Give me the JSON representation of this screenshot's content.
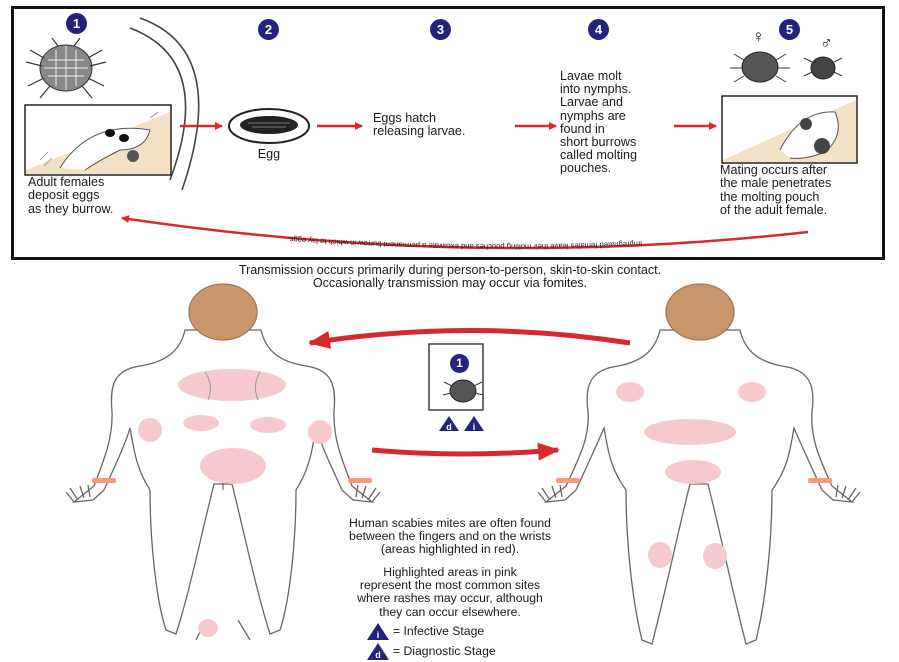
{
  "stages": [
    {
      "number": "1",
      "text_lines": [
        "Adult females",
        "deposit eggs",
        "as they burrow."
      ]
    },
    {
      "number": "2",
      "label": "Egg"
    },
    {
      "number": "3",
      "text_lines": [
        "Eggs hatch",
        "releasing larvae."
      ]
    },
    {
      "number": "4",
      "text_lines": [
        "Lavae molt",
        "into nymphs.",
        "Larvae and",
        "nymphs are",
        "found in",
        "short burrows",
        "called molting",
        "pouches."
      ]
    },
    {
      "number": "5",
      "text_lines": [
        "Mating occurs after",
        "the male penetrates",
        "the molting pouch",
        "of the adult female."
      ]
    }
  ],
  "symbols": {
    "female": "♀",
    "male": "♂"
  },
  "return_arrow_text": "Impregnated females leave their molting pouches and excavate a permanent burrow in which to lay eggs.",
  "transmission_lines": [
    "Transmission occurs primarily during person-to-person, skin-to-skin contact.",
    "Occasionally transmission may occur via fomites."
  ],
  "center_badge": "1",
  "stage_markers": {
    "diagnostic": "d",
    "infective": "i"
  },
  "note_red_lines": [
    "Human scabies mites are often found",
    "between the fingers and on the wrists",
    "(areas highlighted in red)."
  ],
  "note_pink_lines": [
    "Highlighted areas in pink",
    "represent the most common sites",
    "where rashes may occur, although",
    "they can occur elsewhere."
  ],
  "legend": [
    {
      "symbol": "i",
      "label": "= Infective Stage"
    },
    {
      "symbol": "d",
      "label": "= Diagnostic Stage"
    }
  ],
  "colors": {
    "arrow": "#d9272e",
    "badge": "#23237a",
    "pink": "#f6c9cf",
    "wrist": "#f39a7f",
    "hair": "#c8966a",
    "skin": "#ffffff"
  }
}
